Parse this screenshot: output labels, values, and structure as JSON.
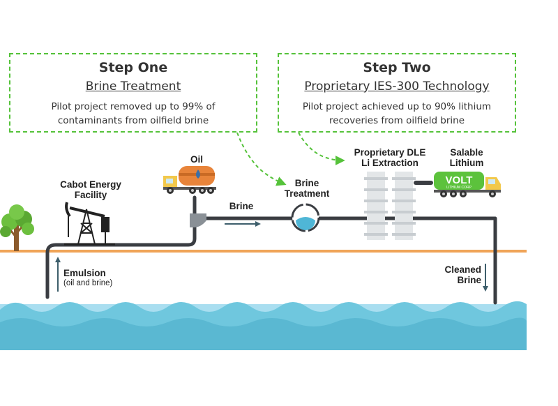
{
  "step_one": {
    "title": "Step One",
    "subtitle": "Brine Treatment",
    "desc_line1": "Pilot project removed up to 99% of",
    "desc_line2": "contaminants from oilfield brine"
  },
  "step_two": {
    "title": "Step Two",
    "subtitle": "Proprietary IES-300 Technology",
    "desc_line1": "Pilot project achieved up to 90% lithium",
    "desc_line2": "recoveries from oilfield brine"
  },
  "labels": {
    "oil": "Oil",
    "facility_line1": "Cabot Energy",
    "facility_line2": "Facility",
    "brine": "Brine",
    "brine_treatment_line1": "Brine",
    "brine_treatment_line2": "Treatment",
    "dle_line1": "Proprietary DLE",
    "dle_line2": "Li Extraction",
    "salable_line1": "Salable",
    "salable_line2": "Lithium",
    "emulsion": "Emulsion",
    "emulsion_sub": "(oil and brine)",
    "cleaned_line1": "Cleaned",
    "cleaned_line2": "Brine"
  },
  "truck_logo": {
    "brand": "VOLT",
    "tagline": "LITHIUM CORP"
  },
  "colors": {
    "dashed_green": "#55c23a",
    "pipe": "#3a3d42",
    "ground_line": "#f0a458",
    "water": "#6fc7de",
    "water_light": "#a9def0",
    "tank_orange": "#e8843a",
    "truck_green": "#5cc23c",
    "truck_yellow": "#f2c84b"
  }
}
